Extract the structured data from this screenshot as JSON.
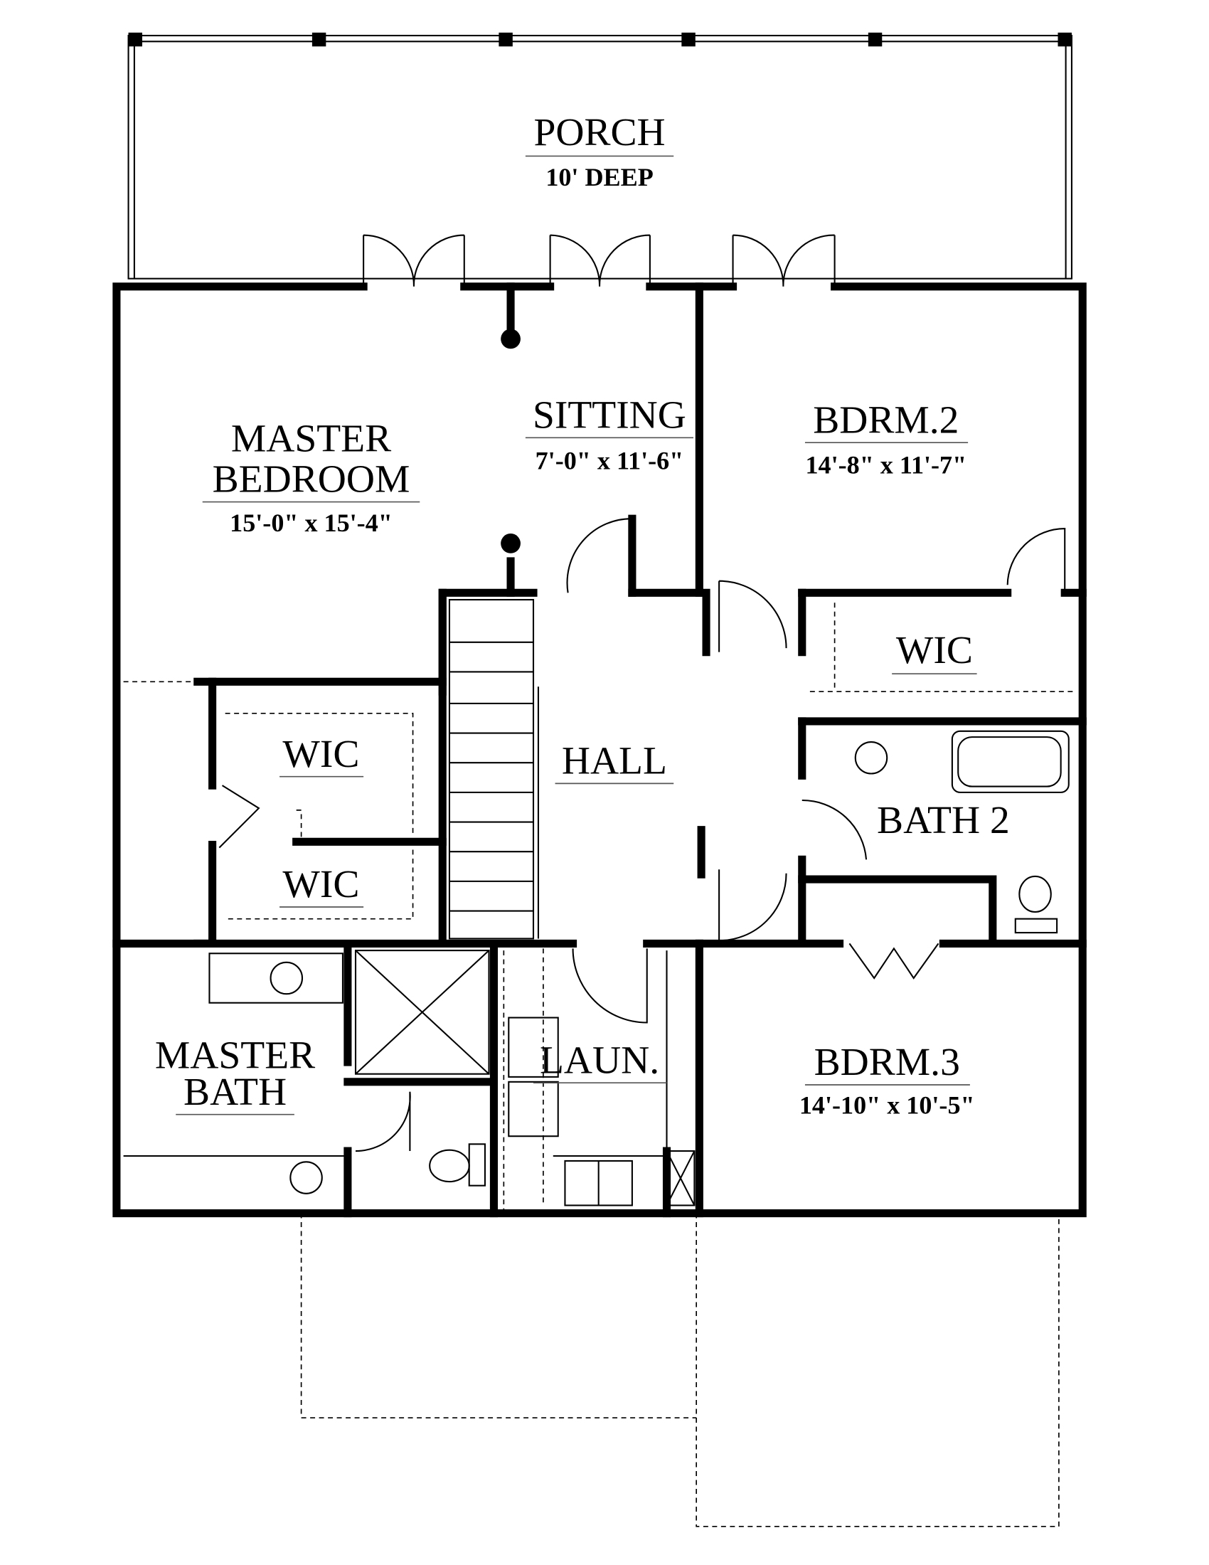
{
  "plan": {
    "rooms": {
      "porch": {
        "name": "PORCH",
        "size": "10' DEEP"
      },
      "master_bedroom": {
        "name_line1": "MASTER",
        "name_line2": "BEDROOM",
        "size": "15'-0\" x 15'-4\""
      },
      "sitting": {
        "name": "SITTING",
        "size": "7'-0\" x 11'-6\""
      },
      "bdrm2": {
        "name": "BDRM.2",
        "size": "14'-8\" x 11'-7\""
      },
      "wic_bdrm2": {
        "name": "WIC"
      },
      "wic_master_1": {
        "name": "WIC"
      },
      "wic_master_2": {
        "name": "WIC"
      },
      "hall": {
        "name": "HALL"
      },
      "bath2": {
        "name": "BATH 2"
      },
      "master_bath": {
        "name_line1": "MASTER",
        "name_line2": "BATH"
      },
      "laundry": {
        "name": "LAUN."
      },
      "bdrm3": {
        "name": "BDRM.3",
        "size": "14'-10\" x 10'-5\""
      }
    }
  }
}
